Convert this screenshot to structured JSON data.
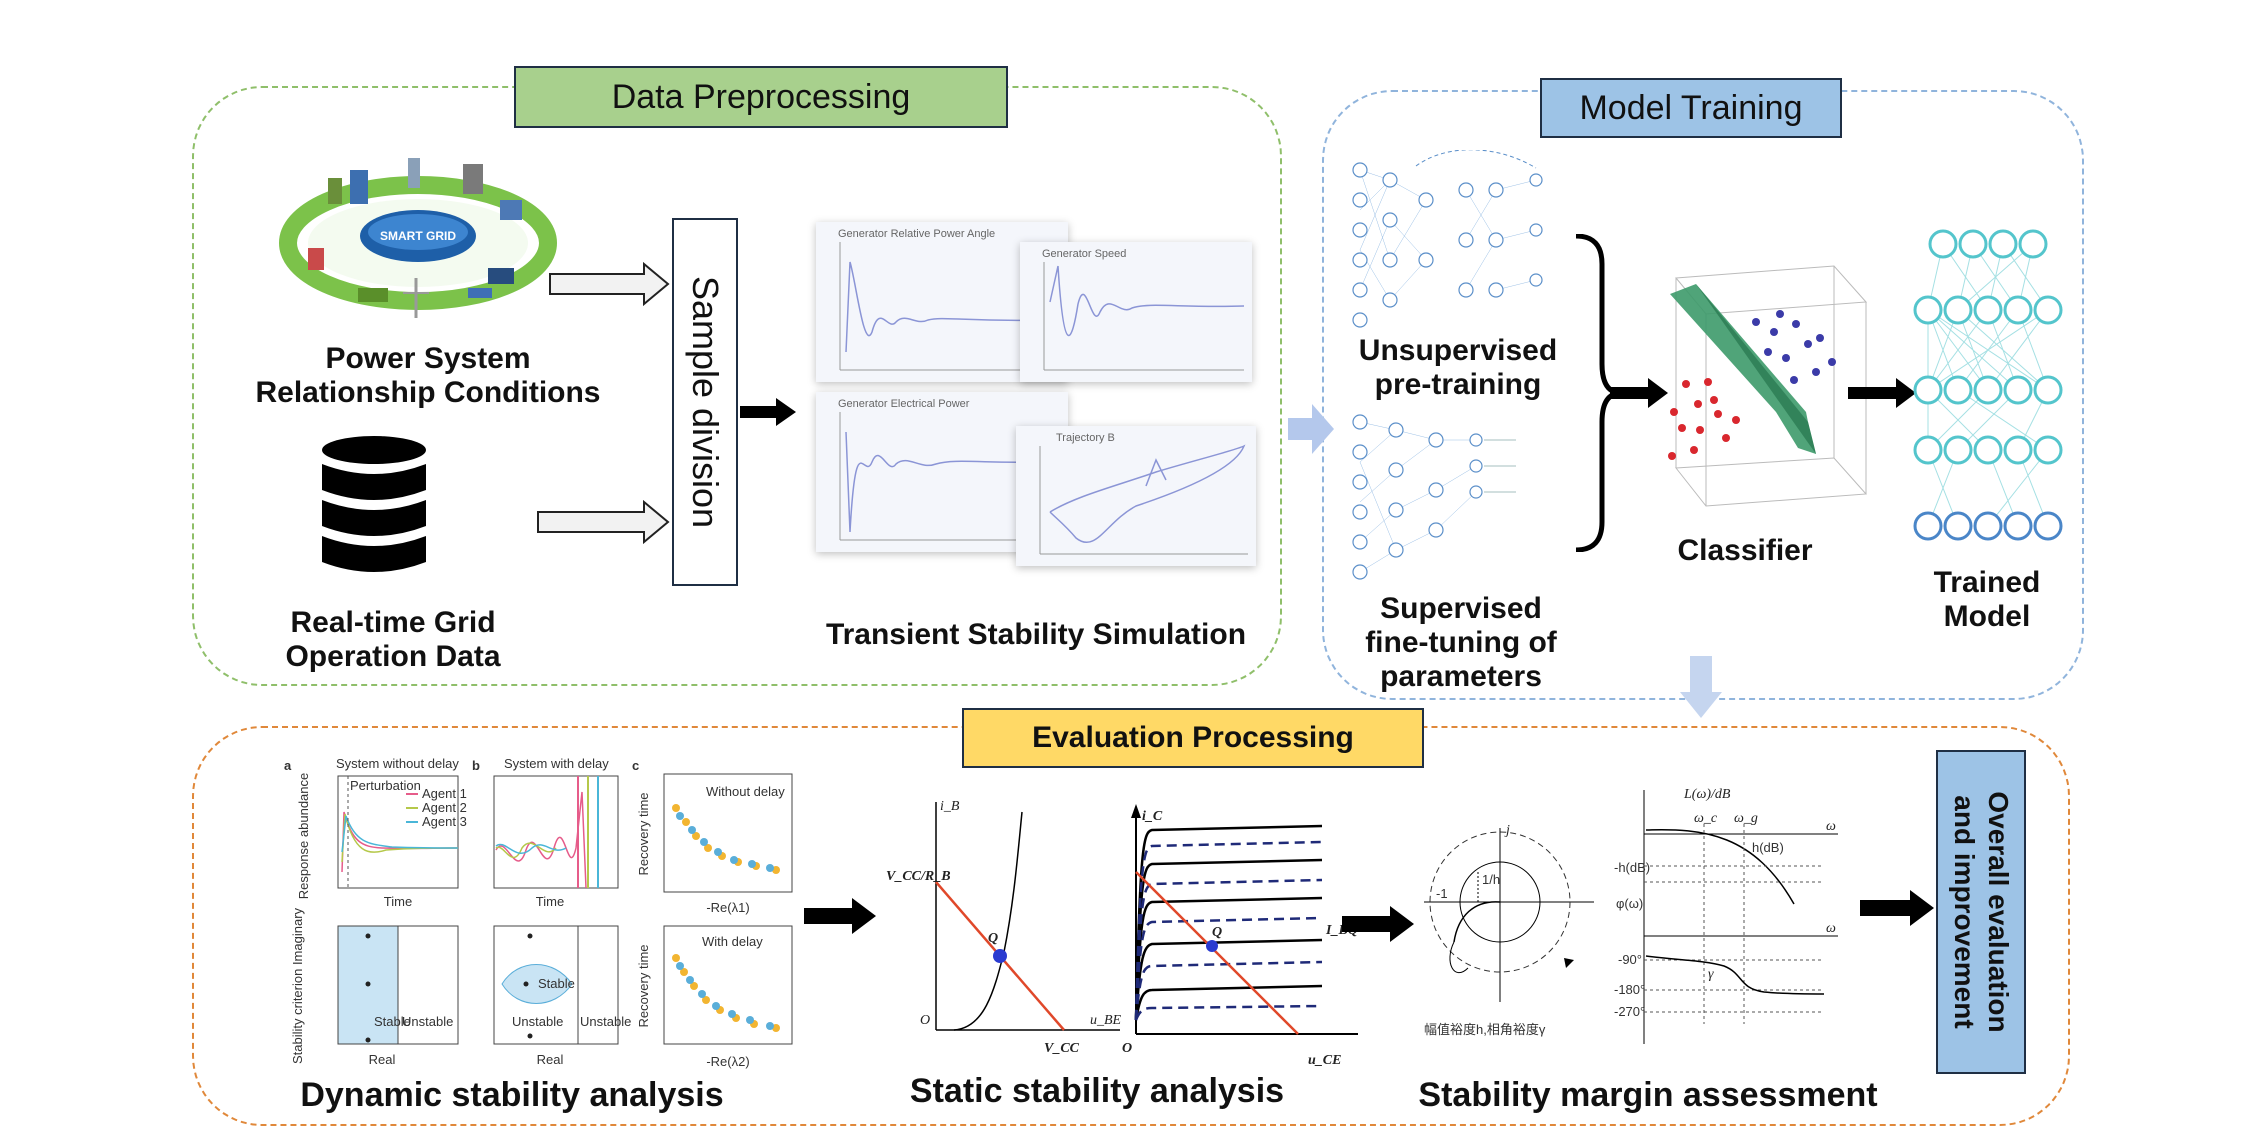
{
  "headers": {
    "data_preprocessing": "Data Preprocessing",
    "model_training": "Model Training",
    "evaluation_processing": "Evaluation Processing"
  },
  "preprocessing": {
    "power_system_label": "Power System Relationship Conditions",
    "smart_grid_text": "SMART GRID",
    "realtime_label": "Real-time Grid Operation Data",
    "sample_division": "Sample division",
    "simulation_label": "Transient Stability Simulation",
    "plot_titles": [
      "Generator Relative Power Angle",
      "Generator Speed",
      "Generator Electrical Power",
      "Trajectory B"
    ]
  },
  "training": {
    "unsupervised_label": "Unsupervised pre-training",
    "supervised_label": "Supervised fine-tuning of parameters",
    "classifier_label": "Classifier",
    "trained_model_label": "Trained Model"
  },
  "evaluation": {
    "dynamic_label": "Dynamic stability analysis",
    "static_label": "Static stability analysis",
    "margin_label": "Stability margin assessment",
    "overall_label": "Overall evaluation and improvement",
    "dynamic_panels": {
      "a_letter": "a",
      "b_letter": "b",
      "c_letter": "c",
      "a_title": "System without delay",
      "b_title": "System with delay",
      "c_top_title": "Without delay",
      "c_bottom_title": "With delay",
      "perturbation": "Perturbation",
      "agent1": "Agent 1",
      "agent2": "Agent 2",
      "agent3": "Agent 3",
      "response_axis": "Response abundance",
      "time_axis": "Time",
      "criterion_axis": "Stability criterion Imaginary",
      "real_axis": "Real",
      "recovery_axis": "Recovery time",
      "stable": "Stable",
      "unstable": "Unstable",
      "re_l1": "-Re(λ1)",
      "re_l2": "-Re(λ2)"
    },
    "static_panels": {
      "vcc_rb": "V_CC/R_B",
      "q_left": "Q",
      "vcc": "V_CC",
      "ib": "i_B",
      "ube": "u_BE",
      "origin": "O",
      "ic": "i_C",
      "q_right": "Q",
      "ibq": "I_BQ",
      "uce": "u_CE"
    },
    "margin_panels": {
      "j_axis": "j",
      "minus_one": "-1",
      "one_h": "1/h",
      "caption": "幅值裕度h,相角裕度γ",
      "l_omega": "L(ω)/dB",
      "h_db_neg": "-h(dB)",
      "h_db": "h(dB)",
      "phi_omega": "φ(ω)",
      "omega": "ω",
      "omega_c": "ω_c",
      "omega_g": "ω_g",
      "deg_90": "-90°",
      "deg_180": "-180°",
      "deg_270": "-270°",
      "gamma": "γ"
    }
  },
  "colors": {
    "green_panel": "#8fbf6a",
    "blue_panel": "#90b4dc",
    "orange_panel": "#e0883a",
    "green_header": "#a8d08d",
    "blue_header": "#9dc3e6",
    "yellow_header": "#ffd966"
  }
}
